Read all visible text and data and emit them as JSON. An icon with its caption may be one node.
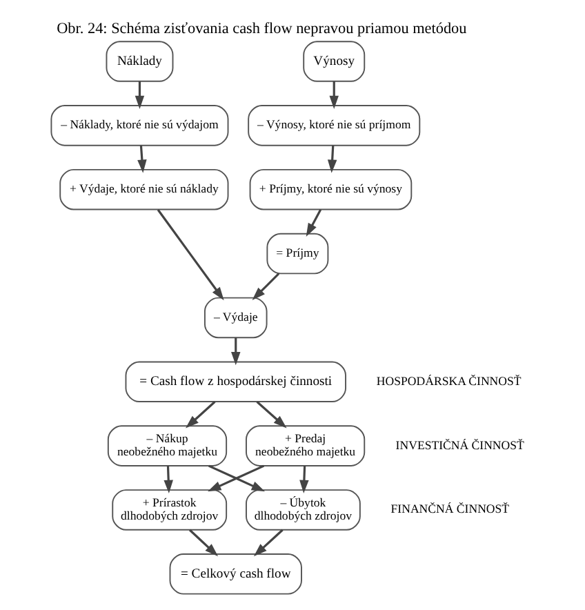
{
  "diagram": {
    "title": "Obr. 24: Schéma zisťovania cash flow nepravou priamou metódou",
    "nodes": [
      {
        "text": [
          "Výnosy"
        ]
      },
      {
        "text": [
          "Náklady"
        ]
      },
      {
        "text": [
          "– Výnosy, ktoré nie sú príjmom"
        ]
      },
      {
        "text": [
          "– Náklady, ktoré nie sú výdajom"
        ]
      },
      {
        "text": [
          "+ Príjmy, ktoré nie sú výnosy"
        ]
      },
      {
        "text": [
          "+ Výdaje, ktoré nie sú náklady"
        ]
      },
      {
        "text": [
          "= Príjmy"
        ]
      },
      {
        "text": [
          "– Výdaje"
        ]
      },
      {
        "text": [
          "= Cash flow z hospodárskej činnosti"
        ]
      },
      {
        "text": [
          "– Nákup neobežného majetku"
        ]
      },
      {
        "text": [
          "+ Predaj neobežného majetku"
        ]
      },
      {
        "text": [
          "+ Prírastok dlhodobých zdrojov"
        ]
      },
      {
        "text": [
          "– Úbytok dlhodobých zdrojov"
        ]
      },
      {
        "text": [
          "= Celkový cash flow"
        ]
      }
    ],
    "edges": [
      {
        "from": 0,
        "to": 2,
        "arrow": "to"
      },
      {
        "from": 2,
        "to": 4,
        "arrow": "to"
      },
      {
        "from": 4,
        "to": 6,
        "arrow": "to"
      },
      {
        "from": 6,
        "to": 7,
        "arrow": "to"
      },
      {
        "from": 1,
        "to": 3,
        "arrow": "to"
      },
      {
        "from": 3,
        "to": 5,
        "arrow": "to"
      },
      {
        "from": 5,
        "to": 7,
        "arrow": "to"
      },
      {
        "from": 7,
        "to": 8,
        "arrow": "to"
      },
      {
        "from": 8,
        "to": 9,
        "arrow": "to"
      },
      {
        "from": 8,
        "to": 10,
        "arrow": "to"
      },
      {
        "from": 9,
        "to": 11,
        "arrow": "to"
      },
      {
        "from": 9,
        "to": 12,
        "arrow": "to"
      },
      {
        "from": 10,
        "to": 11,
        "arrow": "to"
      },
      {
        "from": 10,
        "to": 12,
        "arrow": "to"
      },
      {
        "from": 11,
        "to": 13,
        "arrow": "to"
      },
      {
        "from": 12,
        "to": 13,
        "arrow": "to"
      }
    ],
    "labels": [
      "HOSPODÁRSKA ČINNOSŤ",
      "INVESTIČNÁ ČINNOSŤ",
      "FINANČNÁ ČINNOSŤ"
    ]
  }
}
